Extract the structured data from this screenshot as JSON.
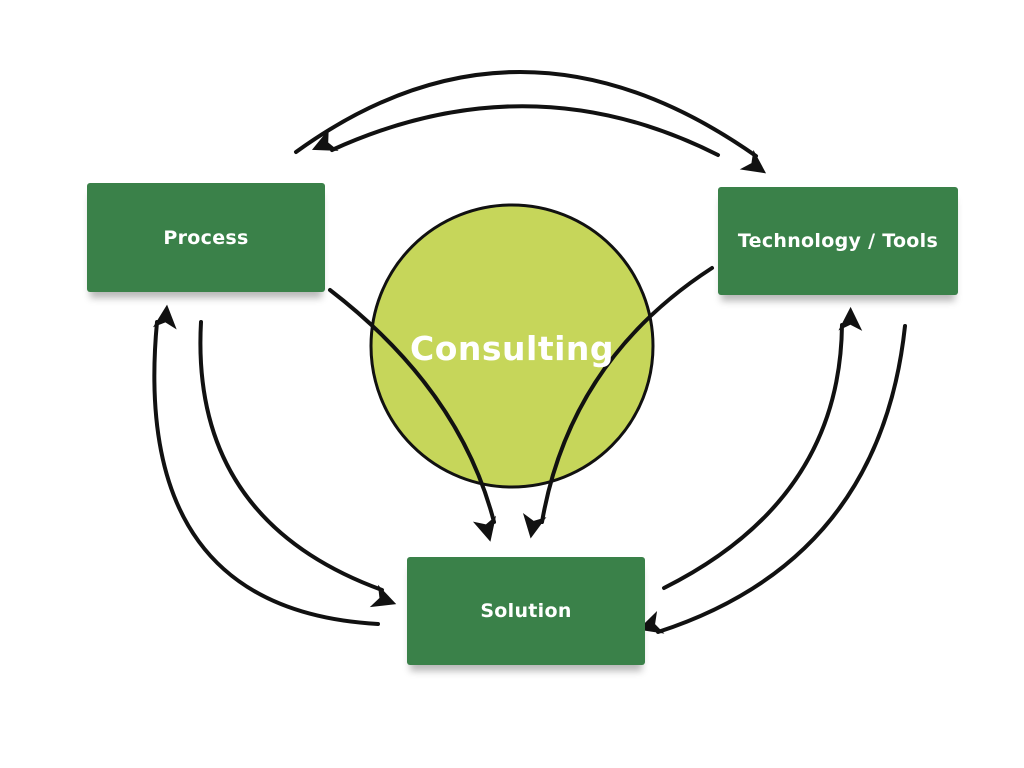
{
  "diagram": {
    "center": {
      "label": "Consulting",
      "fill": "#c6d65a"
    },
    "nodes": {
      "process": {
        "label": "Process"
      },
      "technology": {
        "label": "Technology / Tools"
      },
      "solution": {
        "label": "Solution"
      }
    },
    "colors": {
      "node_fill": "#3a8149",
      "arrow": "#111111",
      "text": "#ffffff"
    }
  }
}
